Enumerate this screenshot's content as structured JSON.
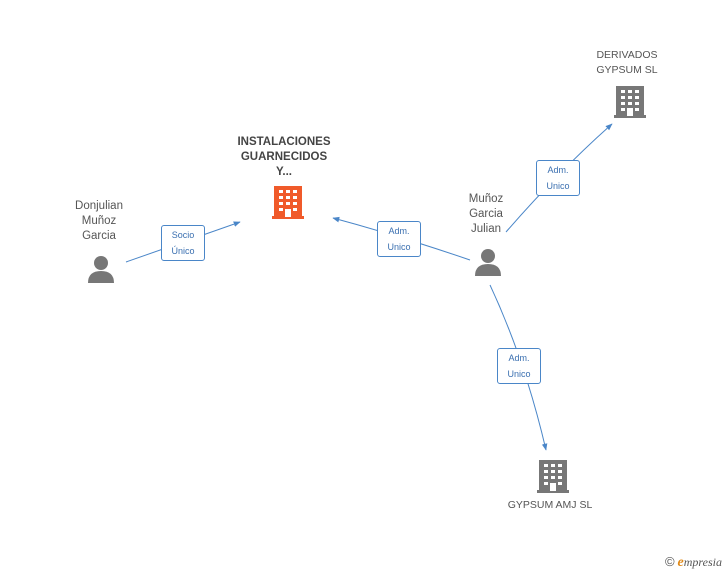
{
  "nodes": {
    "instalaciones": {
      "lines": [
        "INSTALACIONES",
        "GUARNECIDOS",
        "Y..."
      ],
      "color": "#f05a2a"
    },
    "derivados": {
      "lines": [
        "DERIVADOS",
        "GYPSUM SL"
      ],
      "color": "#777777"
    },
    "gypsum_amj": {
      "lines": [
        "GYPSUM AMJ SL"
      ],
      "color": "#777777"
    },
    "donjulian": {
      "lines": [
        "Donjulian",
        "Muñoz",
        "Garcia"
      ],
      "color": "#777777"
    },
    "munoz": {
      "lines": [
        "Muñoz",
        "Garcia",
        "Julian"
      ],
      "color": "#777777"
    }
  },
  "edges": {
    "socio": [
      "Socio",
      "Único"
    ],
    "adm1": [
      "Adm.",
      "Unico"
    ],
    "adm2": [
      "Adm.",
      "Unico"
    ],
    "adm3": [
      "Adm.",
      "Unico"
    ]
  },
  "footer": {
    "copyright": "©",
    "brand_first": "e",
    "brand_rest": "mpresia"
  },
  "colors": {
    "edge": "#4a86c8",
    "main_company": "#f05a2a",
    "company": "#777777",
    "person": "#777777"
  }
}
